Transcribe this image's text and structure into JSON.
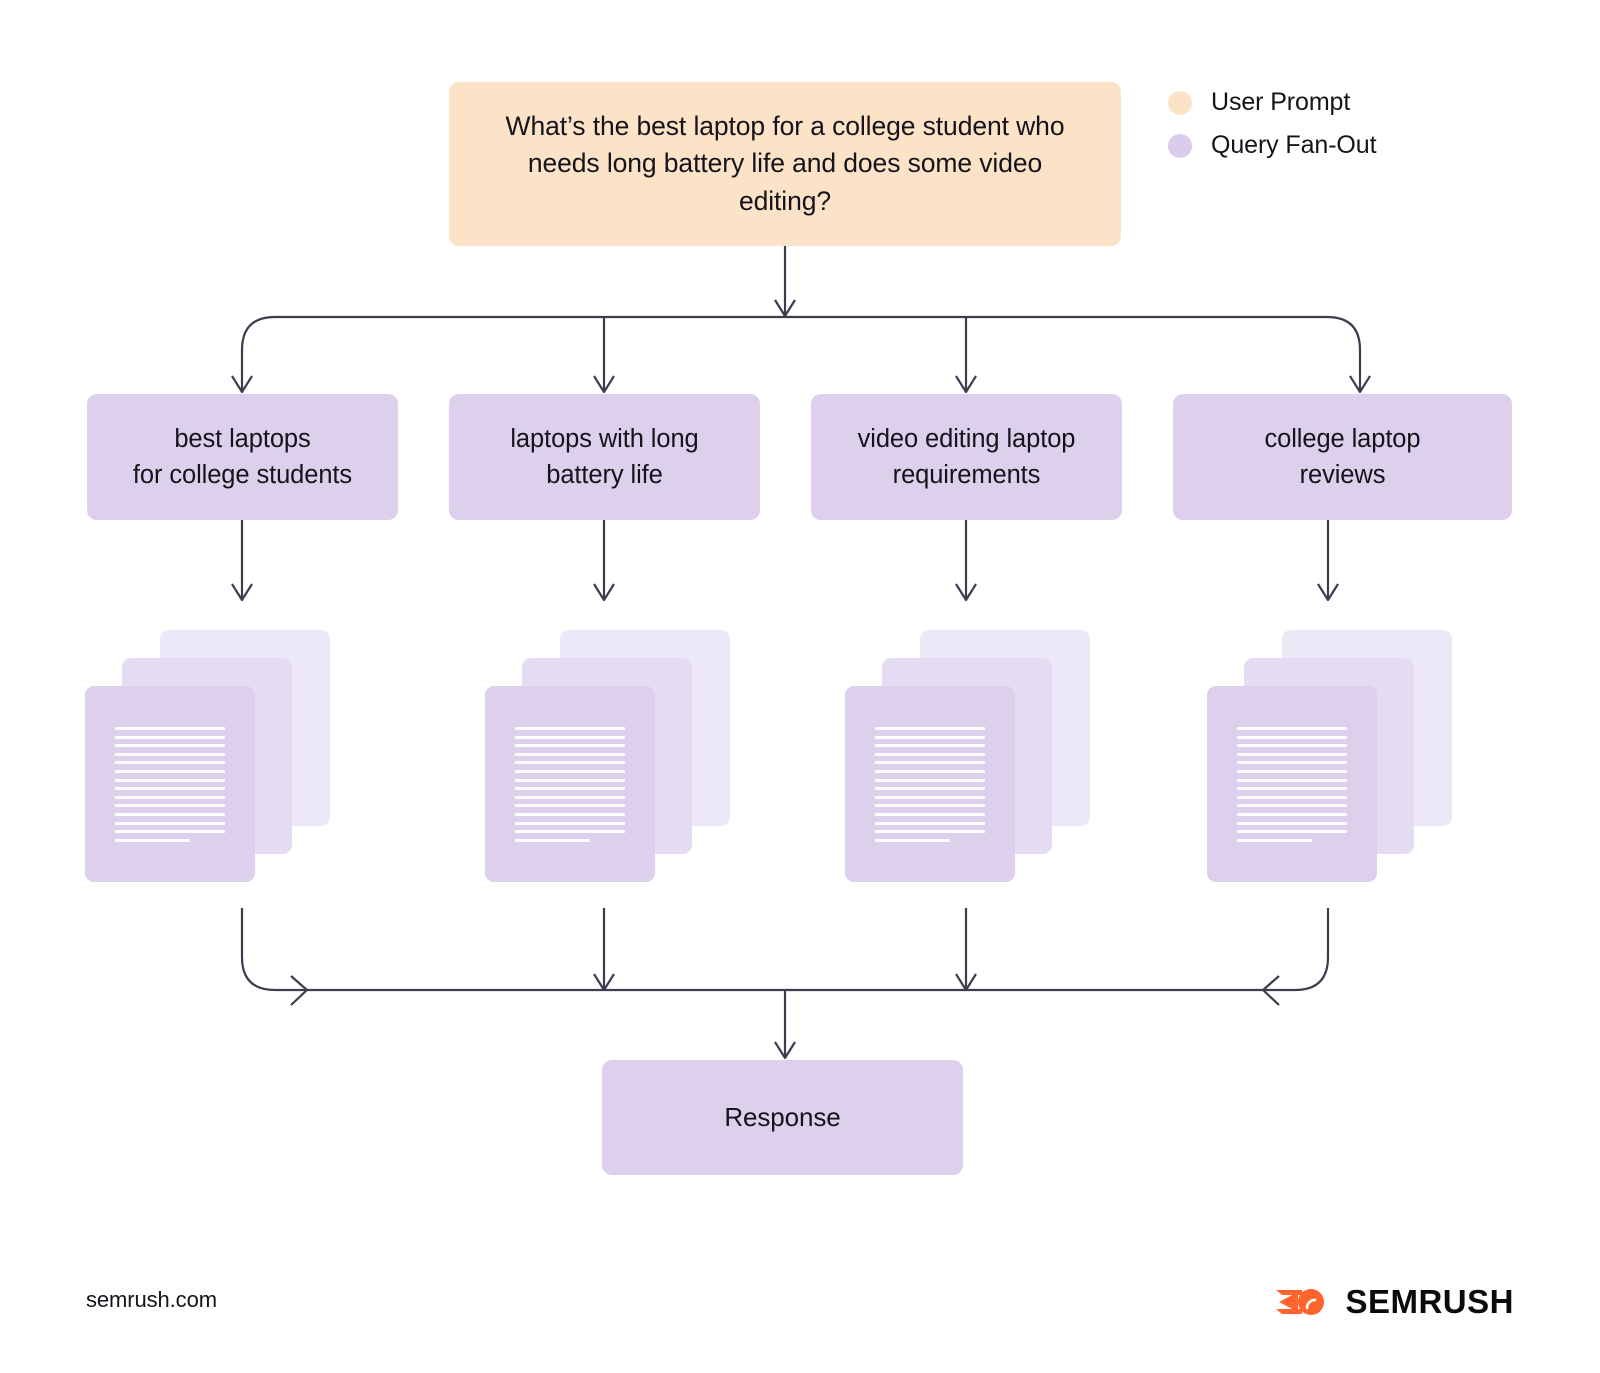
{
  "diagram": {
    "title": "Query Fan-Out diagram",
    "background": "#FFFFFF"
  },
  "colors": {
    "user_prompt": "#FCE3C8",
    "query_fan_out": "#DCD0EC",
    "doc_back": "#EDE8F7",
    "doc_mid": "#E4DCF2",
    "doc_front": "#DCD0EC",
    "connector": "#3D3D4E",
    "brand_orange": "#FF642D",
    "text": "#15141B"
  },
  "legend": {
    "items": [
      {
        "label": "User Prompt",
        "color": "#FCE3C8"
      },
      {
        "label": "Query Fan-Out",
        "color": "#D9CCEC"
      }
    ]
  },
  "prompt": {
    "text": "What’s the best laptop for a college student who needs long battery life and does some video editing?"
  },
  "queries": [
    {
      "label": "best laptops\nfor college students"
    },
    {
      "label": "laptops with long\nbattery life"
    },
    {
      "label": "video editing laptop\nrequirements"
    },
    {
      "label": "college laptop\nreviews"
    }
  ],
  "doc_stacks": [
    {
      "name": "documents-best-laptops-college-students",
      "sheets": 3,
      "lines": 14
    },
    {
      "name": "documents-laptops-long-battery-life",
      "sheets": 3,
      "lines": 14
    },
    {
      "name": "documents-video-editing-laptop-requirements",
      "sheets": 3,
      "lines": 14
    },
    {
      "name": "documents-college-laptop-reviews",
      "sheets": 3,
      "lines": 14
    }
  ],
  "response": {
    "label": "Response"
  },
  "footer": {
    "url": "semrush.com",
    "brand_name": "SEMRUSH"
  }
}
